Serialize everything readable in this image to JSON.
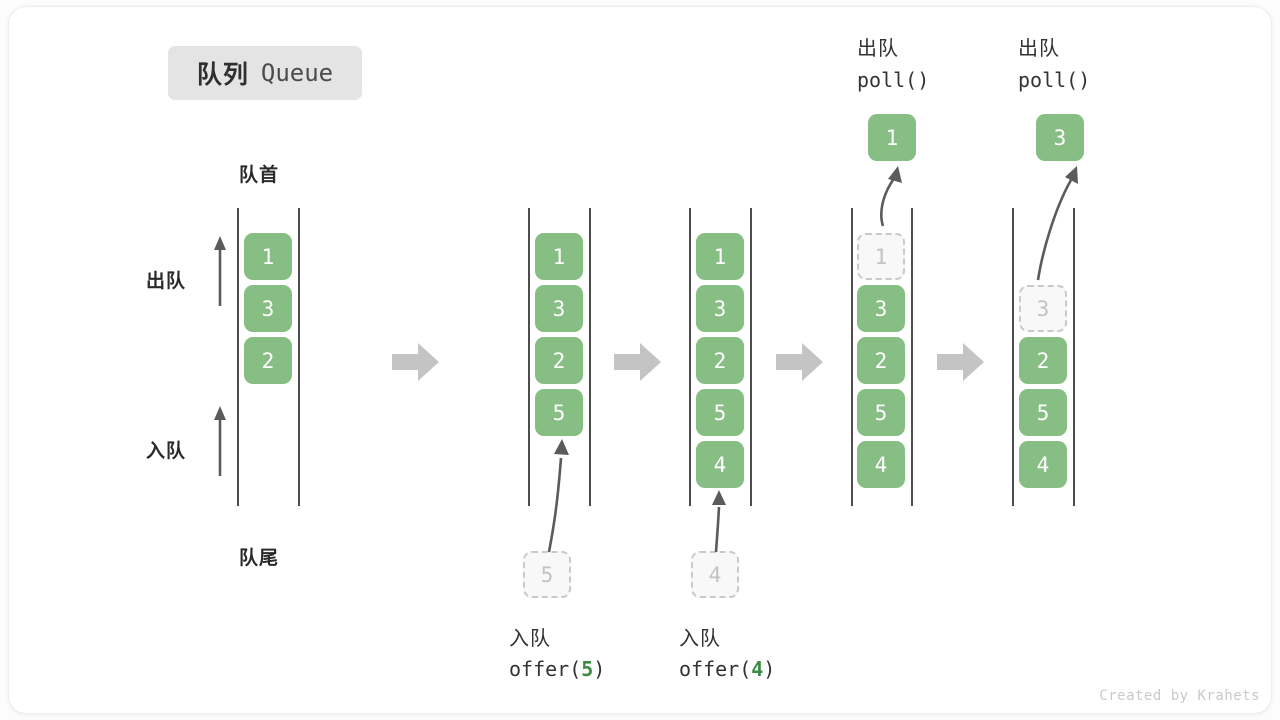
{
  "title": {
    "cn": "队列",
    "en": "Queue"
  },
  "labels": {
    "front": "队首",
    "rear": "队尾",
    "dequeue": "出队",
    "enqueue": "入队"
  },
  "footer": "Created by Krahets",
  "colors": {
    "element": "#87be84",
    "ghost_fill": "#f8f8f8",
    "ghost_border": "#c9c9c9",
    "rail": "#4d4d4d",
    "step_arrow": "#c4c4c4",
    "accent_number": "#3c8c44",
    "badge_bg": "#e4e4e4",
    "text": "#333333"
  },
  "stages": [
    {
      "id": "stage-initial",
      "items": [
        "1",
        "3",
        "2"
      ],
      "ghost_index": null,
      "caption_cn": "",
      "caption_code": "",
      "popped": null
    },
    {
      "id": "stage-offer-5",
      "items": [
        "1",
        "3",
        "2",
        "5"
      ],
      "ghost_index": null,
      "caption_cn": "入队",
      "caption_code": "offer(",
      "caption_arg": "5",
      "caption_code_end": ")",
      "incoming": "5",
      "popped": null
    },
    {
      "id": "stage-offer-4",
      "items": [
        "1",
        "3",
        "2",
        "5",
        "4"
      ],
      "ghost_index": null,
      "caption_cn": "入队",
      "caption_code": "offer(",
      "caption_arg": "4",
      "caption_code_end": ")",
      "incoming": "4",
      "popped": null
    },
    {
      "id": "stage-poll-1",
      "items": [
        "1",
        "3",
        "2",
        "5",
        "4"
      ],
      "ghost_index": 0,
      "header_cn": "出队",
      "header_code": "poll()",
      "popped": "1"
    },
    {
      "id": "stage-poll-3",
      "items": [
        "",
        "3",
        "2",
        "5",
        "4"
      ],
      "ghost_index": 1,
      "header_cn": "出队",
      "header_code": "poll()",
      "popped": "3"
    }
  ]
}
